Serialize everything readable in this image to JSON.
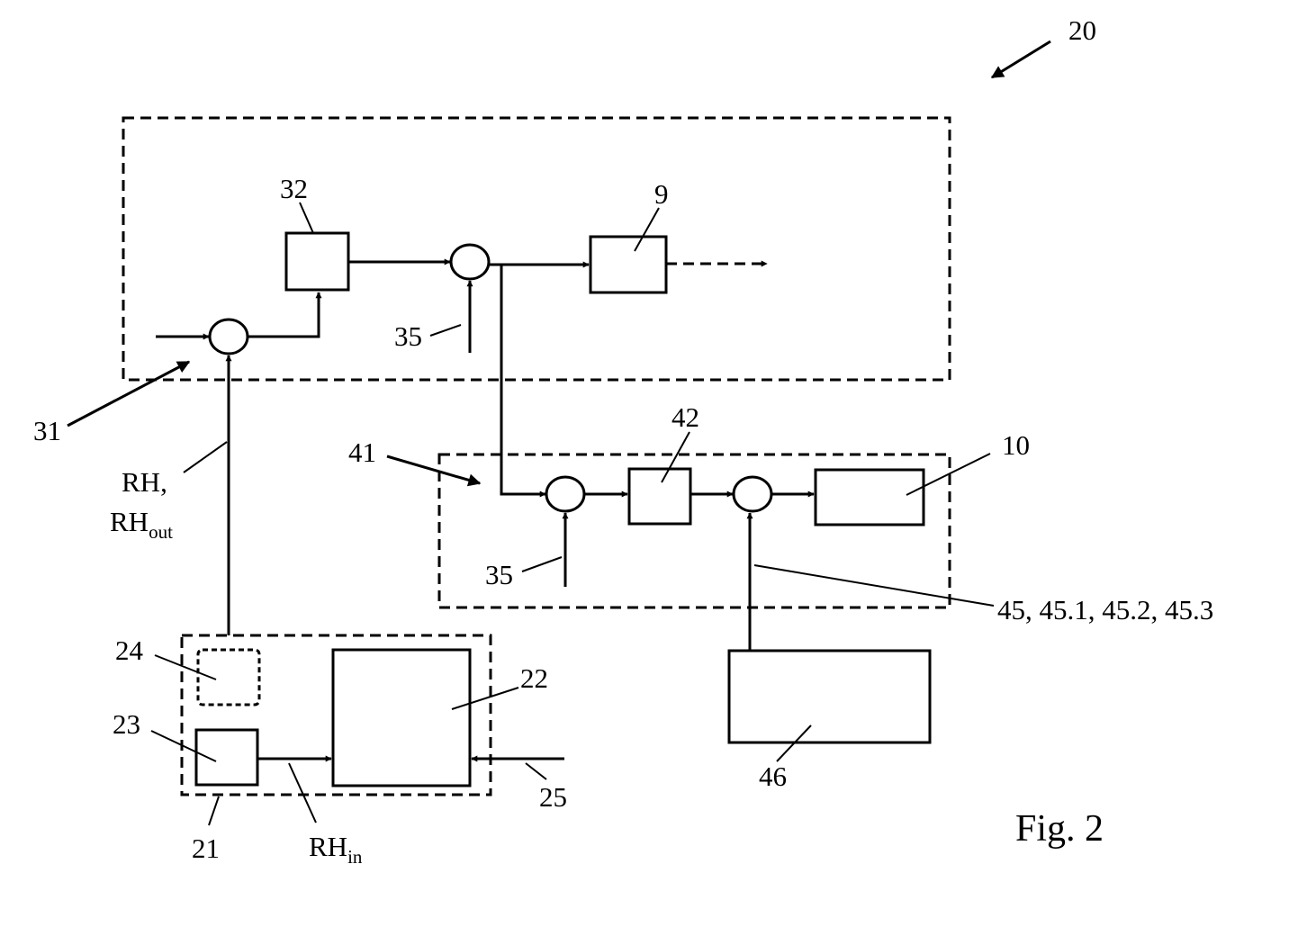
{
  "figure_label": "Fig. 2",
  "refs": {
    "system": "20",
    "block_32": "32",
    "block_9": "9",
    "input_35_top": "35",
    "input_31": "31",
    "signal_rh": "RH,",
    "signal_rh_out_main": "RH",
    "signal_rh_out_sub": "out",
    "group_41": "41",
    "block_42": "42",
    "block_10": "10",
    "input_35_bottom": "35",
    "signals_45": "45, 45.1, 45.2, 45.3",
    "block_46": "46",
    "block_24": "24",
    "block_23": "23",
    "block_22": "22",
    "group_21": "21",
    "signal_rh_in_main": "RH",
    "signal_rh_in_sub": "in",
    "input_25": "25"
  }
}
